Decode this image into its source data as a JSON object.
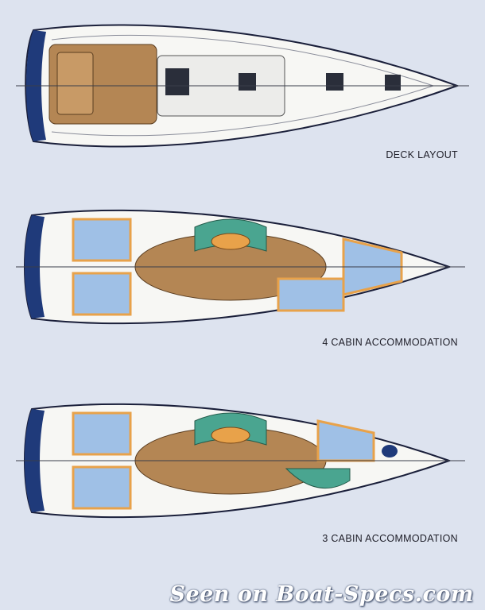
{
  "plans": [
    {
      "caption": "DECK LAYOUT"
    },
    {
      "caption": "4 CABIN ACCOMMODATION"
    },
    {
      "caption": "3 CABIN ACCOMMODATION"
    }
  ],
  "watermark": "Seen on Boat-Specs.com",
  "colors": {
    "background": "#dde3ef",
    "hull_outline": "#1a1f3a",
    "transom_blue": "#1f3a7a",
    "deck_white": "#f7f7f4",
    "teak": "#b48654",
    "cushion_orange": "#e8a24a",
    "berth_blue": "#9fc0e6",
    "settee_green": "#4aa590"
  }
}
